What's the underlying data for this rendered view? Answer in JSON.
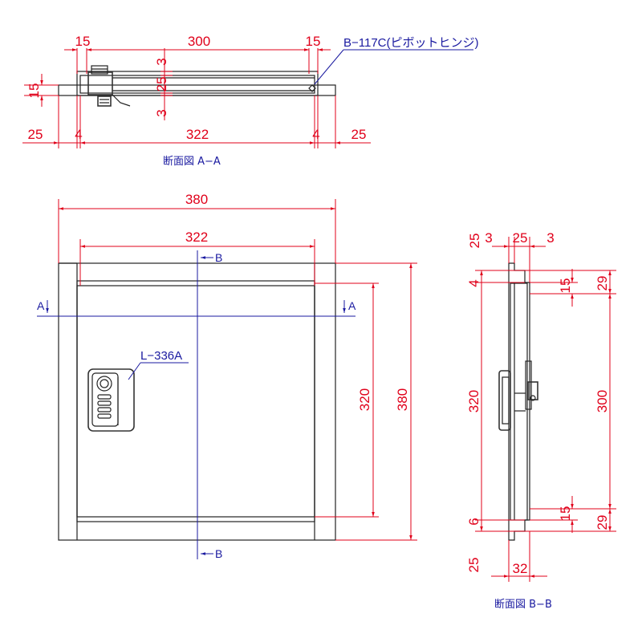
{
  "section_aa": {
    "title": "断面図 A−A",
    "top_dims": [
      "15",
      "300",
      "15"
    ],
    "bottom_dims": [
      "25",
      "4",
      "322",
      "4",
      "25"
    ],
    "left_dim": "15",
    "inner_dims": [
      "3",
      "25",
      "3"
    ],
    "hinge_label": "B−117C(ピボットヒンジ)"
  },
  "front_view": {
    "width_outer": "380",
    "width_inner": "322",
    "height_inner": "320",
    "height_outer": "380",
    "lock_label": "L−336A",
    "cut_a_left": "A",
    "cut_a_right": "A",
    "cut_b_top": "B",
    "cut_b_bottom": "B"
  },
  "section_bb": {
    "title": "断面図 B−B",
    "top_dims": [
      "25",
      "3",
      "25",
      "3"
    ],
    "left_dims": [
      "4",
      "320",
      "6",
      "25"
    ],
    "right_dims": [
      "15",
      "29",
      "300",
      "15",
      "29"
    ],
    "bottom_dim": "32"
  }
}
